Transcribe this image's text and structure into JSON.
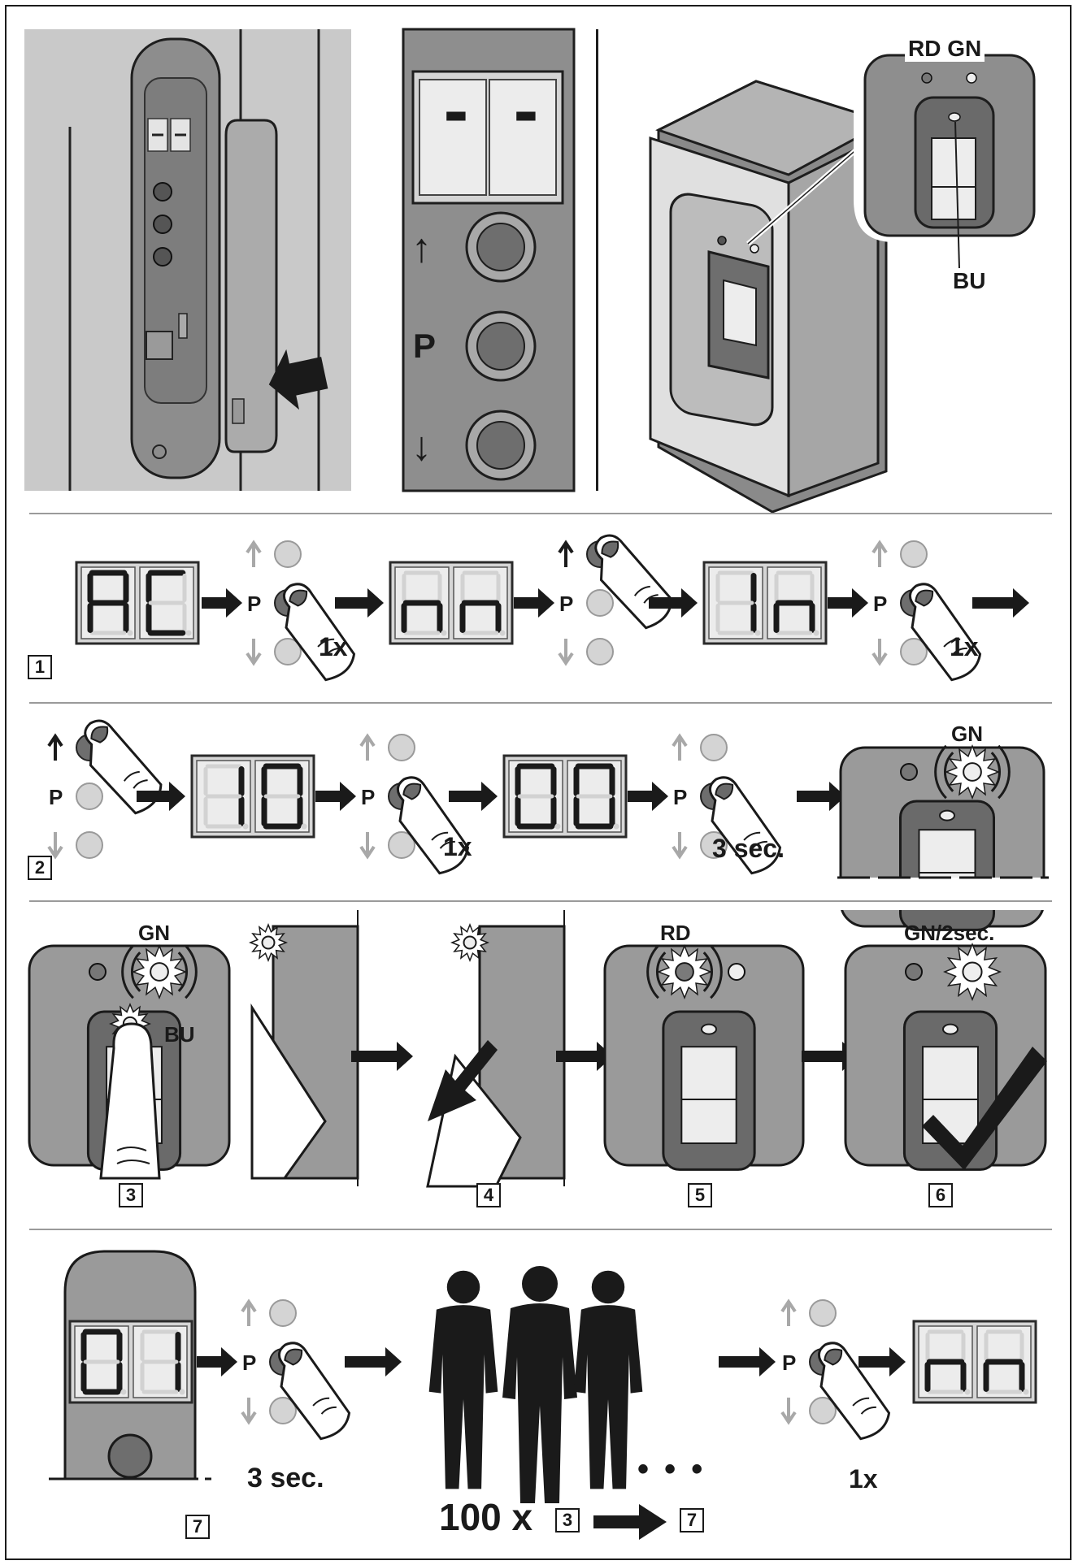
{
  "figure_number": "7",
  "labels": {
    "rd_gn": "RD GN",
    "bu": "BU",
    "gn": "GN",
    "rd": "RD",
    "gn_2sec": "GN/2sec.",
    "up": "↑",
    "p": "P",
    "down": "↓"
  },
  "top": {
    "panel_display": [
      "-",
      "-"
    ]
  },
  "row1": {
    "step": "1",
    "displays": [
      [
        "A",
        "C"
      ],
      [
        "n",
        "n"
      ],
      [
        "1",
        "n"
      ]
    ],
    "press_counts": [
      "1x",
      "1x"
    ]
  },
  "row2": {
    "step": "2",
    "displays": [
      [
        "1",
        "0"
      ],
      [
        "0",
        "0"
      ]
    ],
    "press_counts": [
      "1x",
      "3 sec."
    ]
  },
  "row3": {
    "steps": [
      "3",
      "4",
      "5",
      "6"
    ]
  },
  "row4": {
    "step": "7",
    "displays": [
      [
        "0",
        "1"
      ],
      [
        "n",
        "n"
      ]
    ],
    "press_counts": [
      "3 sec.",
      "1x"
    ],
    "ellipsis": "• • •",
    "repeat_count": "100 x",
    "repeat_from": "3",
    "repeat_to": "7"
  }
}
